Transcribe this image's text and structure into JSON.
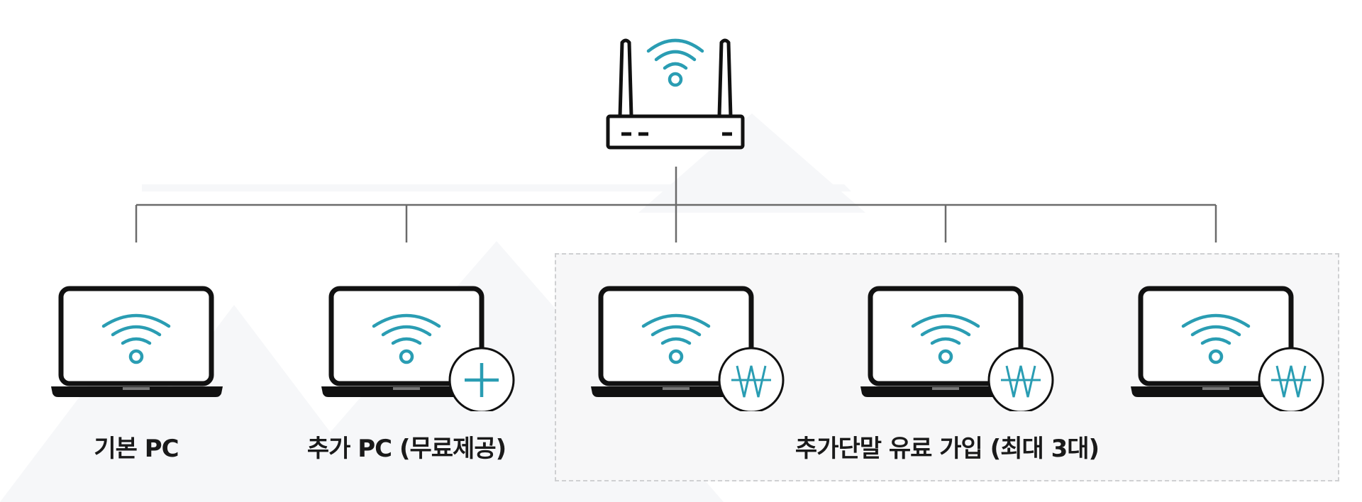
{
  "diagram": {
    "title": "",
    "root": {
      "name": "Wi-Fi router",
      "icon": "wifi-router-icon"
    },
    "devices": [
      {
        "name": "laptop-1",
        "icon": "laptop-wifi-icon",
        "badge": null
      },
      {
        "name": "laptop-2",
        "icon": "laptop-wifi-icon",
        "badge": "plus-icon"
      },
      {
        "name": "laptop-3",
        "icon": "laptop-wifi-icon",
        "badge": "won-icon"
      },
      {
        "name": "laptop-4",
        "icon": "laptop-wifi-icon",
        "badge": "won-icon"
      },
      {
        "name": "laptop-5",
        "icon": "laptop-wifi-icon",
        "badge": "won-icon"
      }
    ],
    "labels": {
      "basic_pc": "기본 PC",
      "additional_pc": "추가 PC (무료제공)",
      "paid_group": "추가단말 유료 가입 (최대 3대)"
    },
    "badges": {
      "plus": "+",
      "won": "₩"
    },
    "colors": {
      "accent": "#2a9db3",
      "line": "#6b6b6b",
      "icon_stroke": "#111111",
      "group_border": "#cfd0d2",
      "group_fill": "#f7f7f8"
    }
  }
}
